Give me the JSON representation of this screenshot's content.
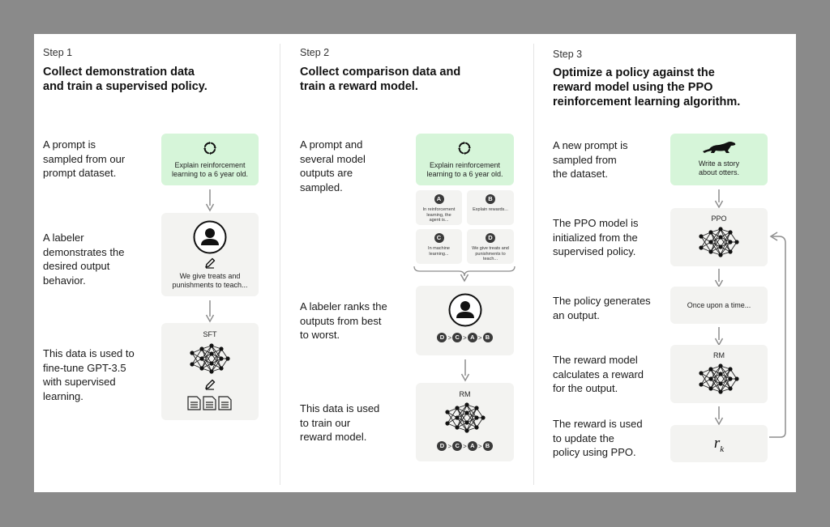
{
  "step1": {
    "label": "Step 1",
    "title": [
      "Collect demonstration data",
      "and train a supervised policy."
    ],
    "desc1": [
      "A prompt is",
      "sampled from our",
      "prompt dataset."
    ],
    "desc2": [
      "A labeler",
      "demonstrates the",
      "desired output",
      "behavior."
    ],
    "desc3": [
      "This data is used to",
      "fine-tune GPT-3.5",
      "with supervised",
      "learning."
    ],
    "prompt_box": [
      "Explain reinforcement",
      "learning to a 6 year old."
    ],
    "labeler_box": [
      "We give treats and",
      "punishments to teach..."
    ],
    "sft_label": "SFT"
  },
  "step2": {
    "label": "Step 2",
    "title": [
      "Collect comparison data and",
      "train a reward model."
    ],
    "desc1": [
      "A prompt and",
      "several model",
      "outputs are",
      "sampled."
    ],
    "desc2": [
      "A labeler ranks the",
      "outputs from best",
      "to worst."
    ],
    "desc3": [
      "This data is used",
      "to train our",
      "reward model."
    ],
    "prompt_box": [
      "Explain reinforcement",
      "learning to a 6 year old."
    ],
    "outputs": [
      {
        "letter": "A",
        "lines": [
          "In reinforcement",
          "learning, the",
          "agent is..."
        ]
      },
      {
        "letter": "B",
        "lines": [
          "Explain rewards..."
        ]
      },
      {
        "letter": "C",
        "lines": [
          "In machine",
          "learning..."
        ]
      },
      {
        "letter": "D",
        "lines": [
          "We give treats and",
          "punishments to",
          "teach..."
        ]
      }
    ],
    "ranking": [
      "D",
      "C",
      "A",
      "B"
    ],
    "rm_label": "RM"
  },
  "step3": {
    "label": "Step 3",
    "title": [
      "Optimize a policy against the",
      "reward model using the PPO",
      "reinforcement learning algorithm."
    ],
    "desc1": [
      "A new prompt is",
      "sampled from",
      "the dataset."
    ],
    "desc2": [
      "The PPO model is",
      "initialized from the",
      "supervised policy."
    ],
    "desc3": [
      "The policy generates",
      "an output."
    ],
    "desc4": [
      "The reward model",
      "calculates a reward",
      "for the output."
    ],
    "desc5": [
      "The reward is used",
      "to update the",
      "policy using PPO."
    ],
    "prompt_box": [
      "Write a story",
      "about otters."
    ],
    "ppo_label": "PPO",
    "output_text": "Once upon a time...",
    "rm_label": "RM",
    "reward_symbol": "r",
    "reward_subscript": "k"
  },
  "colors": {
    "background": "#8a8a8a",
    "panel": "#ffffff",
    "green_box": "#d6f5d9",
    "gray_box": "#f3f3f1",
    "arrow": "#8e8e8e"
  },
  "icons": [
    "recycle-icon",
    "person-icon",
    "pencil-icon",
    "neural-network-icon",
    "document-icon",
    "otter-icon"
  ]
}
